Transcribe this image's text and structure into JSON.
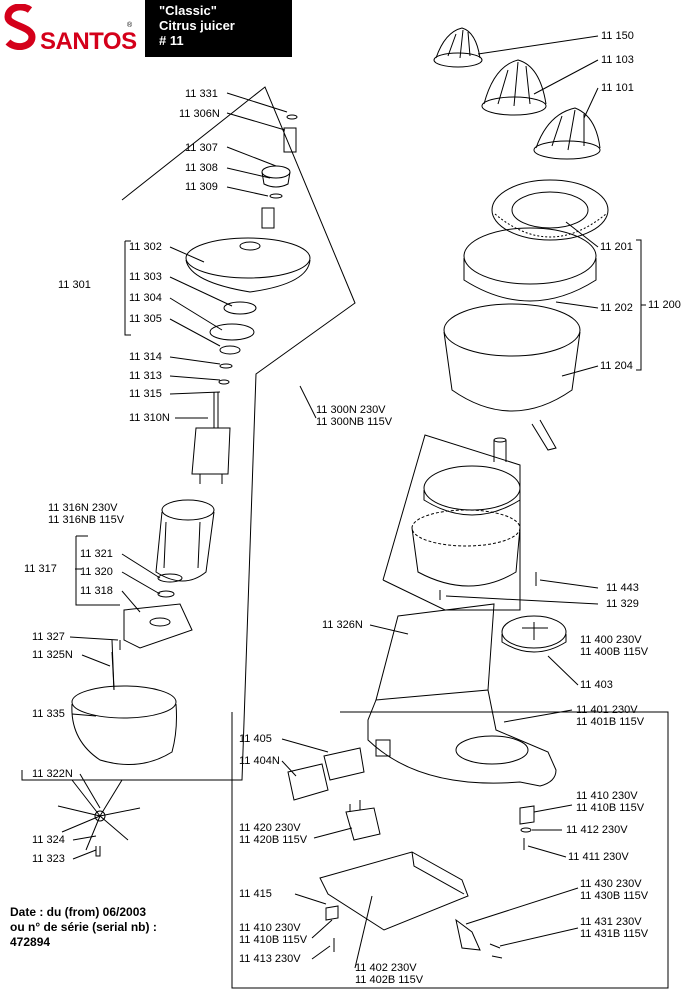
{
  "header": {
    "brand": "SANTOS",
    "reg_mark": "®",
    "title_line1": "\"Classic\"",
    "title_line2": "Citrus juicer",
    "title_line3": "# 11"
  },
  "colors": {
    "brand_red": "#d4001a",
    "header_bg": "#000000",
    "line": "#000000"
  },
  "parts": {
    "p11331": "11 331",
    "p11306N": "11 306N",
    "p11307": "11 307",
    "p11308": "11 308",
    "p11309": "11 309",
    "p11301": "11 301",
    "p11302": "11 302",
    "p11303": "11 303",
    "p11304": "11 304",
    "p11305": "11 305",
    "p11314": "11 314",
    "p11313": "11 313",
    "p11315": "11 315",
    "p11310N": "11 310N",
    "p11316N_a": "11 316N 230V",
    "p11316N_b": "11 316NB 115V",
    "p11317": "11 317",
    "p11321": "11 321",
    "p11320": "11 320",
    "p11318": "11 318",
    "p11327": "11 327",
    "p11325N": "11 325N",
    "p11335": "11 335",
    "p11322N": "11 322N",
    "p11324": "11 324",
    "p11323": "11 323",
    "p11150": "11 150",
    "p11103": "11 103",
    "p11101": "11 101",
    "p11201": "11 201",
    "p11202": "11 202",
    "p11200": "11 200",
    "p11204": "11 204",
    "p11300N_a": "11 300N 230V",
    "p11300N_b": "11 300NB 115V",
    "p11443": "11 443",
    "p11329": "11 329",
    "p11326N": "11 326N",
    "p11400_a": "11 400 230V",
    "p11400_b": "11 400B 115V",
    "p11403": "11 403",
    "p11401_a": "11 401 230V",
    "p11401_b": "11 401B 115V",
    "p11405": "11 405",
    "p11404N": "11 404N",
    "p11410r_a": "11 410 230V",
    "p11410r_b": "11 410B 115V",
    "p11412": "11 412 230V",
    "p11411": "11 411 230V",
    "p11420_a": "11 420 230V",
    "p11420_b": "11 420B 115V",
    "p11430_a": "11 430 230V",
    "p11430_b": "11 430B 115V",
    "p11431_a": "11 431 230V",
    "p11431_b": "11 431B 115V",
    "p11415": "11 415",
    "p11410l_a": "11 410 230V",
    "p11410l_b": "11 410B 115V",
    "p11413": "11 413 230V",
    "p11402_a": "11 402 230V",
    "p11402_b": "11 402B 115V"
  },
  "footer": {
    "date_line1": "Date : du (from) 06/2003",
    "date_line2": "ou n° de série (serial nb) :",
    "date_line3": "472894"
  }
}
